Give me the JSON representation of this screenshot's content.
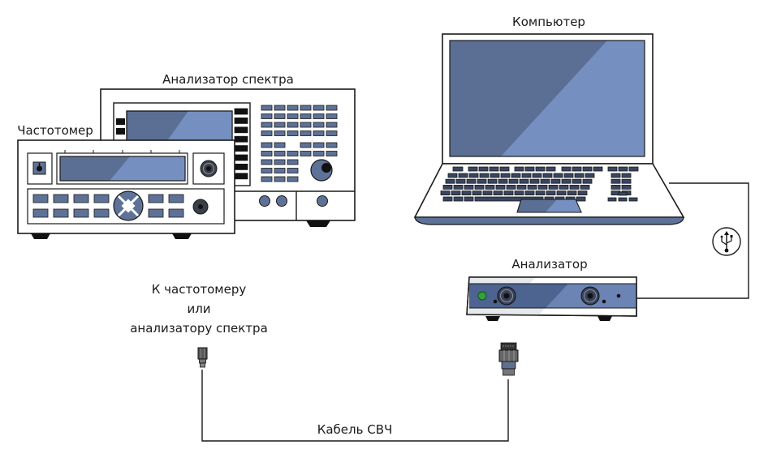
{
  "diagram": {
    "type": "connection-diagram",
    "labels": {
      "spectrum_analyzer": "Анализатор спектра",
      "frequency_counter": "Частотомер",
      "computer": "Компьютер",
      "analyzer": "Анализатор",
      "to_instrument_line1": "К частотомеру",
      "to_instrument_line2": "или",
      "to_instrument_line3": "анализатору спектра",
      "cable": "Кабель СВЧ"
    },
    "nodes": [
      {
        "id": "spectrum-analyzer",
        "label": "Анализатор спектра"
      },
      {
        "id": "frequency-counter",
        "label": "Частотомер"
      },
      {
        "id": "computer",
        "label": "Компьютер"
      },
      {
        "id": "analyzer",
        "label": "Анализатор"
      }
    ],
    "edges": [
      {
        "from": "computer",
        "to": "analyzer",
        "kind": "USB",
        "icon": "usb-icon"
      },
      {
        "from": "analyzer",
        "to": "frequency-counter or spectrum-analyzer",
        "kind": "Кабель СВЧ"
      }
    ],
    "colors": {
      "screen_dark": "#5a6f93",
      "screen_light": "#7590c0",
      "key": "#5e7298",
      "outline": "#1a1a1a",
      "led_green": "#2fa23a",
      "panel_blue": "#4d6390"
    }
  }
}
